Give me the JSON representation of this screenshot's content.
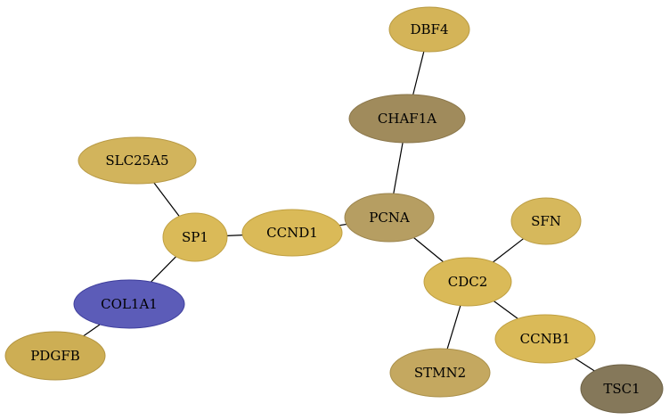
{
  "graph": {
    "nodes": [
      {
        "id": "DBF4",
        "label": "DBF4",
        "color": "#D4B458",
        "stroke": "#B89A42"
      },
      {
        "id": "CHAF1A",
        "label": "CHAF1A",
        "color": "#A08B5C",
        "stroke": "#8A764A"
      },
      {
        "id": "SLC25A5",
        "label": "SLC25A5",
        "color": "#D2B45C",
        "stroke": "#B89A46"
      },
      {
        "id": "PCNA",
        "label": "PCNA",
        "color": "#B69E62",
        "stroke": "#9C854E"
      },
      {
        "id": "SFN",
        "label": "SFN",
        "color": "#D6B85C",
        "stroke": "#BC9E46"
      },
      {
        "id": "SP1",
        "label": "SP1",
        "color": "#DABA58",
        "stroke": "#C0A042"
      },
      {
        "id": "CCND1",
        "label": "CCND1",
        "color": "#DABA58",
        "stroke": "#C0A042"
      },
      {
        "id": "CDC2",
        "label": "CDC2",
        "color": "#DABA58",
        "stroke": "#C0A042"
      },
      {
        "id": "COL1A1",
        "label": "COL1A1",
        "color": "#5C5CB8",
        "stroke": "#3E3E9C"
      },
      {
        "id": "CCNB1",
        "label": "CCNB1",
        "color": "#DABA58",
        "stroke": "#C0A042"
      },
      {
        "id": "PDGFB",
        "label": "PDGFB",
        "color": "#CDAE54",
        "stroke": "#B39440"
      },
      {
        "id": "STMN2",
        "label": "STMN2",
        "color": "#C4A860",
        "stroke": "#AA904A"
      },
      {
        "id": "TSC1",
        "label": "TSC1",
        "color": "#85785A",
        "stroke": "#6E6246"
      }
    ],
    "edges": [
      {
        "source": "DBF4",
        "target": "CHAF1A"
      },
      {
        "source": "CHAF1A",
        "target": "PCNA"
      },
      {
        "source": "SLC25A5",
        "target": "SP1"
      },
      {
        "source": "SP1",
        "target": "CCND1"
      },
      {
        "source": "SP1",
        "target": "COL1A1"
      },
      {
        "source": "COL1A1",
        "target": "PDGFB"
      },
      {
        "source": "CCND1",
        "target": "PCNA"
      },
      {
        "source": "PCNA",
        "target": "CDC2"
      },
      {
        "source": "SFN",
        "target": "CDC2"
      },
      {
        "source": "CDC2",
        "target": "CCNB1"
      },
      {
        "source": "CDC2",
        "target": "STMN2"
      },
      {
        "source": "CCNB1",
        "target": "TSC1"
      }
    ]
  }
}
